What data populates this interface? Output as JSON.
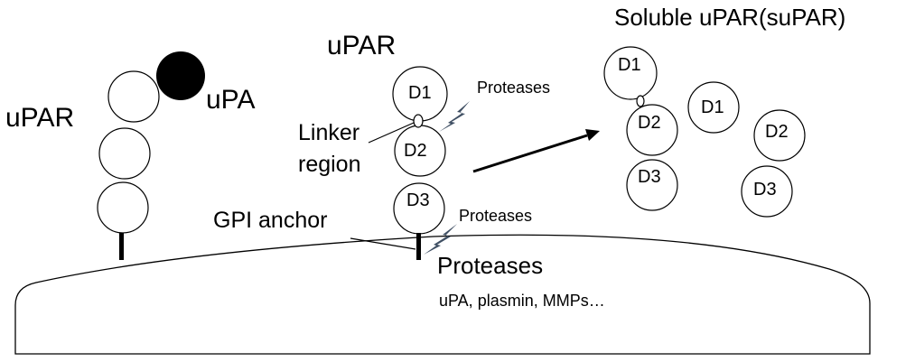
{
  "labels": {
    "title_soluble": "Soluble uPAR(suPAR)",
    "upar_left": "uPAR",
    "upa": "uPA",
    "upar_mid": "uPAR",
    "linker_line1": "Linker",
    "linker_line2": "region",
    "gpi_anchor": "GPI anchor",
    "proteases_top": "Proteases",
    "proteases_anchor": "Proteases",
    "proteases_big": "Proteases",
    "protease_list": "uPA, plasmin, MMPs…"
  },
  "domains": {
    "mid_d1": "D1",
    "mid_d2": "D2",
    "mid_d3": "D3",
    "sol_a_d1": "D1",
    "sol_a_d2": "D2",
    "sol_a_d3": "D3",
    "free_d1": "D1",
    "free_d2": "D2",
    "free_d3": "D3"
  },
  "colors": {
    "upa_fill": "#000000",
    "lightning": "#3f4f63",
    "outline": "#000000"
  },
  "icons": {
    "protease_cut": "lightning-bolt-icon",
    "membrane_anchor": "anchor-bar-icon"
  }
}
